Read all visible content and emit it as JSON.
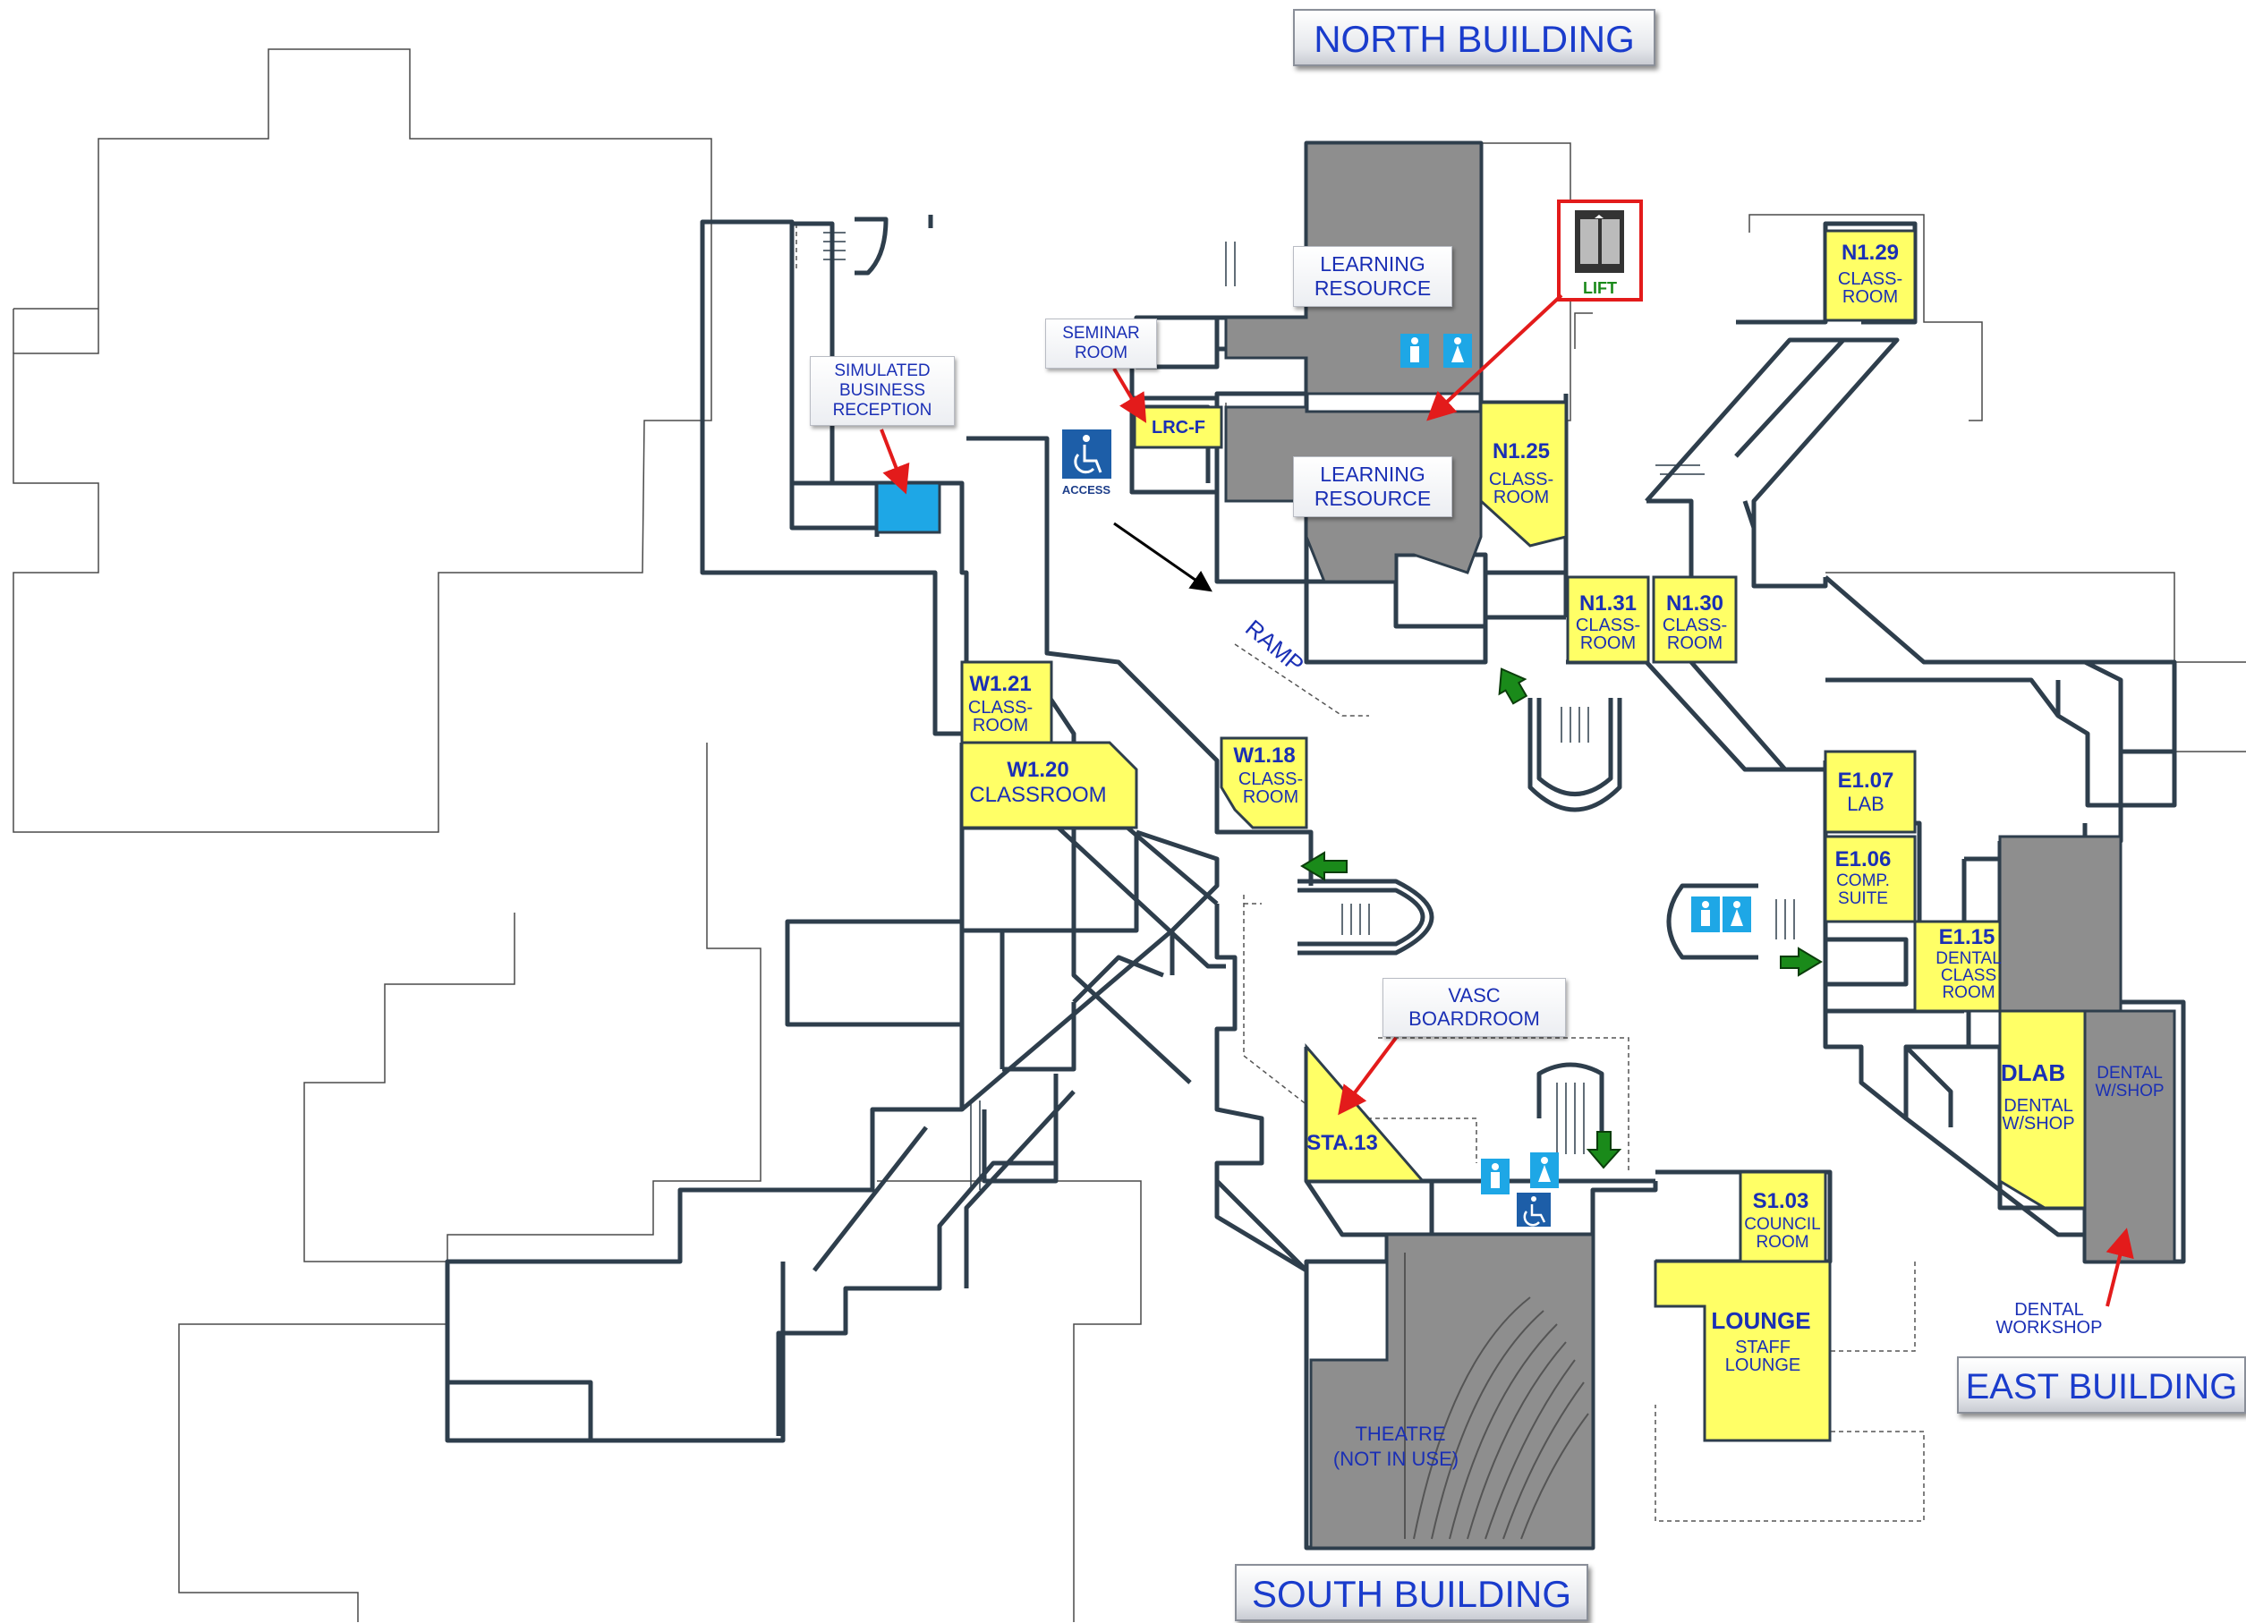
{
  "buildings": {
    "north": "NORTH BUILDING",
    "south": "SOUTH BUILDING",
    "east": "EAST BUILDING"
  },
  "callouts": {
    "simulated": [
      "SIMULATED",
      "BUSINESS",
      "RECEPTION"
    ],
    "seminar": [
      "SEMINAR",
      "ROOM"
    ],
    "learning_top": [
      "LEARNING",
      "RESOURCE"
    ],
    "learning_bottom": [
      "LEARNING",
      "RESOURCE"
    ],
    "vasc": [
      "VASC",
      "BOARDROOM"
    ]
  },
  "lift": {
    "label": "LIFT",
    "icon": "elevator-icon"
  },
  "access": {
    "label": "ACCESS",
    "icon": "wheelchair-icon"
  },
  "ramp": "RAMP",
  "rooms": {
    "lrcf": "LRC-F",
    "n129": {
      "code": "N1.29",
      "l1": "CLASS-",
      "l2": "ROOM"
    },
    "n125": {
      "code": "N1.25",
      "l1": "CLASS-",
      "l2": "ROOM"
    },
    "n131": {
      "code": "N1.31",
      "l1": "CLASS-",
      "l2": "ROOM"
    },
    "n130": {
      "code": "N1.30",
      "l1": "CLASS-",
      "l2": "ROOM"
    },
    "w121": {
      "code": "W1.21",
      "l1": "CLASS-",
      "l2": "ROOM"
    },
    "w120": {
      "code": "W1.20",
      "l1": "CLASSROOM"
    },
    "w118": {
      "code": "W1.18",
      "l1": "CLASS-",
      "l2": "ROOM"
    },
    "e107": {
      "code": "E1.07",
      "l1": "LAB"
    },
    "e106": {
      "code": "E1.06",
      "l1": "COMP.",
      "l2": "SUITE"
    },
    "e115": {
      "code": "E1.15",
      "l1": "DENTAL",
      "l2": "CLASS",
      "l3": "ROOM"
    },
    "dlab": {
      "code": "DLAB",
      "l1": "DENTAL",
      "l2": "W/SHOP"
    },
    "dentalshop": {
      "l1": "DENTAL",
      "l2": "W/SHOP"
    },
    "sta13": "STA.13",
    "s103": {
      "code": "S1.03",
      "l1": "COUNCIL",
      "l2": "ROOM"
    },
    "lounge": {
      "code": "LOUNGE",
      "l1": "STAFF",
      "l2": "LOUNGE"
    },
    "theatre": {
      "l1": "THEATRE",
      "l2": "(NOT IN USE)"
    },
    "dental_workshop": [
      "DENTAL",
      "WORKSHOP"
    ]
  },
  "colors": {
    "wall": "#2e3e4c",
    "room_yellow": "#ffff66",
    "room_grey": "#8e8e8e",
    "blue_room": "#1ea7e6",
    "label_blue": "#1a2fb5",
    "arrow_red": "#e31b1b",
    "entry_green": "#1a8a1a"
  }
}
